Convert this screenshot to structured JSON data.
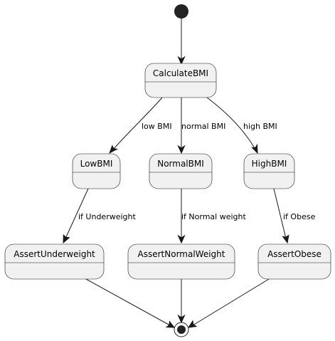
{
  "diagram": {
    "states": {
      "calculate_bmi": "CalculateBMI",
      "low_bmi": "LowBMI",
      "normal_bmi": "NormalBMI",
      "high_bmi": "HighBMI",
      "assert_underweight": "AssertUnderweight",
      "assert_normal_weight": "AssertNormalWeight",
      "assert_obese": "AssertObese"
    },
    "transitions": {
      "low": "low BMI",
      "normal": "normal BMI",
      "high": "high BMI",
      "if_underweight": "if Underweight",
      "if_normal_weight": "if Normal weight",
      "if_obese": "if Obese"
    },
    "colors": {
      "state_fill": "#f1f1f1",
      "stroke": "#181818",
      "node": "#222222"
    }
  }
}
